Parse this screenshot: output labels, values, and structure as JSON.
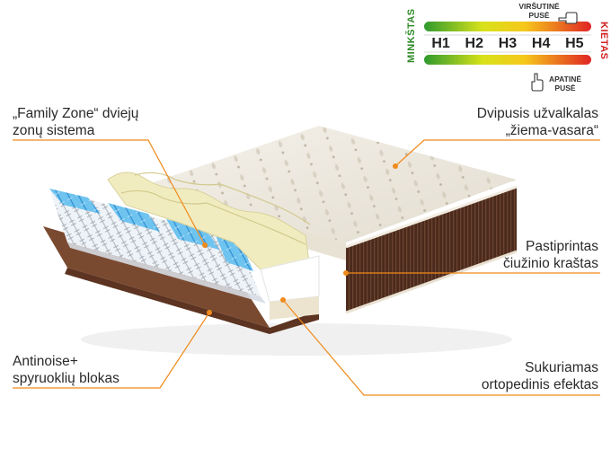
{
  "firmness_scale": {
    "soft_label": "MINKŠTAS",
    "hard_label": "KIETAS",
    "levels": [
      "H1",
      "H2",
      "H3",
      "H4",
      "H5"
    ],
    "top_side": [
      "VIRŠUTINĖ",
      "PUSĖ"
    ],
    "bottom_side": [
      "APATINĖ",
      "PUSĖ"
    ],
    "colors": {
      "soft": "#3a9a2a",
      "mid": "#f2d21a",
      "hard": "#d82a24"
    }
  },
  "callouts": {
    "family_zone": [
      "„Family Zone“ dviejų",
      "zonų sistema"
    ],
    "cover": [
      "Dvipusis užvalkalas",
      "„žiema-vasara“"
    ],
    "edge": [
      "Pastiprintas",
      "čiužinio kraštas"
    ],
    "springs": [
      "Antinoise+",
      "spyruoklių blokas"
    ],
    "ortho": [
      "Sukuriamas",
      "ortopedinis efektas"
    ]
  },
  "accent_color": "#f08a1a"
}
